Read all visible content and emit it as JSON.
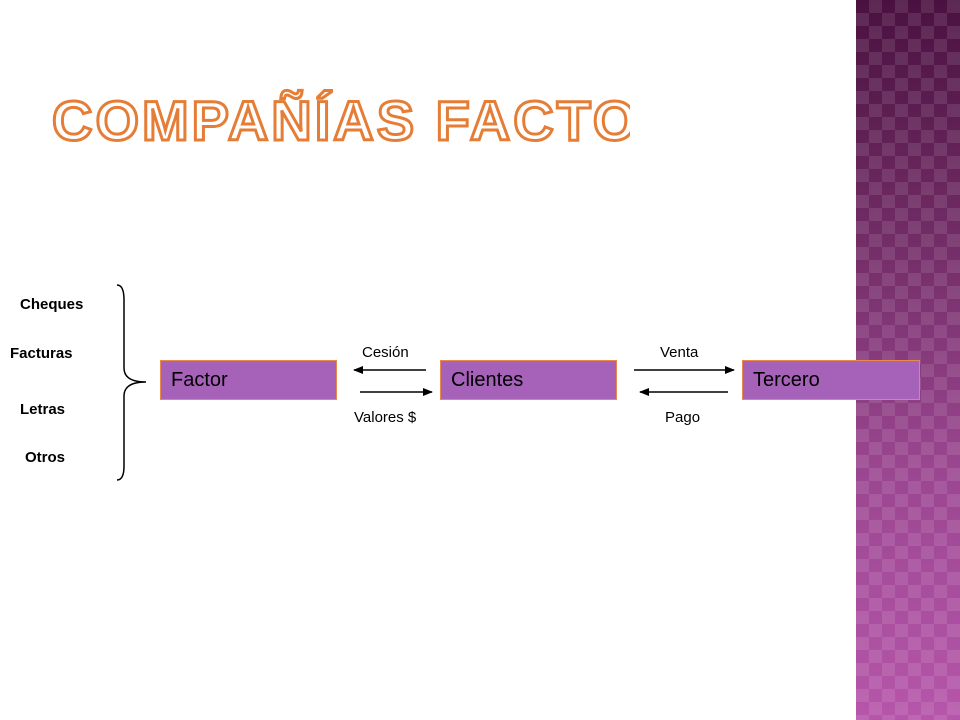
{
  "title": "Compañías Factoring",
  "documents": [
    "Cheques",
    "Facturas",
    "Letras",
    "Otros"
  ],
  "nodes": {
    "factor": "Factor",
    "clientes": "Clientes",
    "tercero": "Tercero"
  },
  "arrows": {
    "cesion": "Cesión",
    "valores": "Valores $",
    "venta": "Venta",
    "pago": "Pago"
  },
  "colors": {
    "box_fill": "#a661b8",
    "box_border": "#e98a4a",
    "title_outline": "#e57d36",
    "side_band": "#8a3a7e"
  }
}
